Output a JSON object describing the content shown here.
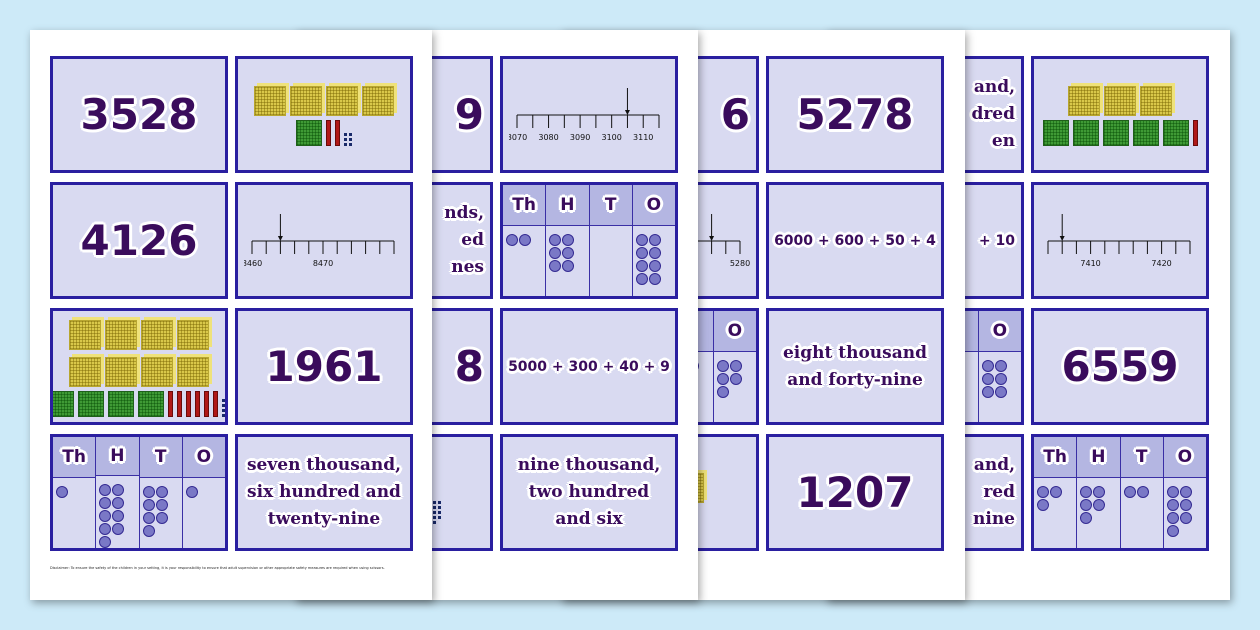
{
  "colors": {
    "background": "#cdeaf8",
    "card_fill": "#d9daf1",
    "card_border": "#2a1fa0",
    "text": "#3a0c5c",
    "dot": "#7a78c6"
  },
  "pv_headers": [
    "Th",
    "H",
    "T",
    "O"
  ],
  "pages": [
    {
      "disclaimer": "Disclaimer: To ensure the safety of the children in your setting, it is your responsibility to ensure that adult supervision or other appropriate safety measures are required when using scissors.",
      "cards": [
        [
          {
            "type": "number",
            "text": "3528"
          },
          {
            "type": "blocks",
            "cubes": 4,
            "flats": 1,
            "rods": 2,
            "units": 6
          }
        ],
        [
          {
            "type": "number",
            "text": "4126"
          },
          {
            "type": "numberline",
            "min": 8460,
            "max": 8480,
            "step": 2,
            "labeled": [
              8460,
              8470
            ],
            "arrow": 8464
          }
        ],
        [
          {
            "type": "blocks",
            "cubes": 8,
            "flats": 4,
            "rods": 6,
            "units": 8
          },
          {
            "type": "number",
            "text": "1961"
          }
        ],
        [
          {
            "type": "pv",
            "counts": [
              1,
              9,
              7,
              1
            ]
          },
          {
            "type": "words",
            "text": "seven thousand,\nsix hundred and\ntwenty-nine"
          }
        ]
      ]
    },
    {
      "cards": [
        [
          {
            "type": "number",
            "text": "9"
          },
          {
            "type": "numberline",
            "min": 3070,
            "max": 3115,
            "step": 5,
            "labeled": [
              3070,
              3080,
              3090,
              3100,
              3110
            ],
            "arrow": 3105
          }
        ],
        [
          {
            "type": "words",
            "text": "nds,\ned\nnes"
          },
          {
            "type": "pv",
            "counts": [
              2,
              6,
              0,
              8
            ]
          }
        ],
        [
          {
            "type": "number",
            "text": "8"
          },
          {
            "type": "expr",
            "text": "5000 + 300 + 40 + 9"
          }
        ],
        [
          {
            "type": "blocks",
            "cubes": 1,
            "flats": 1,
            "rods": 4,
            "units": 9
          },
          {
            "type": "words",
            "text": "nine thousand,\ntwo hundred\nand six"
          }
        ]
      ]
    },
    {
      "cards": [
        [
          {
            "type": "number",
            "text": "6"
          },
          {
            "type": "number",
            "text": "5278"
          }
        ],
        [
          {
            "type": "numberline",
            "min": 5260,
            "max": 5280,
            "step": 2,
            "labeled": [
              5280
            ],
            "arrow": 5276
          },
          {
            "type": "expr",
            "text": "6000 + 600 + 50 + 4"
          }
        ],
        [
          {
            "type": "pv",
            "counts": [
              0,
              0,
              3,
              5
            ]
          },
          {
            "type": "words",
            "text": "eight thousand\nand forty-nine"
          }
        ],
        [
          {
            "type": "blocks",
            "cubes": 2,
            "flats": 0,
            "rods": 0,
            "units": 4
          },
          {
            "type": "number",
            "text": "1207"
          }
        ]
      ]
    },
    {
      "cards": [
        [
          {
            "type": "words",
            "text": "and,\ndred\nen"
          },
          {
            "type": "blocks",
            "cubes": 3,
            "flats": 5,
            "rods": 1,
            "units": 0
          }
        ],
        [
          {
            "type": "expr",
            "text": "+ 10"
          },
          {
            "type": "numberline",
            "min": 7404,
            "max": 7424,
            "step": 2,
            "labeled": [
              7410,
              7420
            ],
            "arrow": 7406
          }
        ],
        [
          {
            "type": "pv",
            "counts": [
              0,
              0,
              0,
              6
            ]
          },
          {
            "type": "number",
            "text": "6559"
          }
        ],
        [
          {
            "type": "words",
            "text": "and,\nred\nnine"
          },
          {
            "type": "pv",
            "counts": [
              3,
              5,
              2,
              7
            ]
          }
        ]
      ]
    }
  ]
}
